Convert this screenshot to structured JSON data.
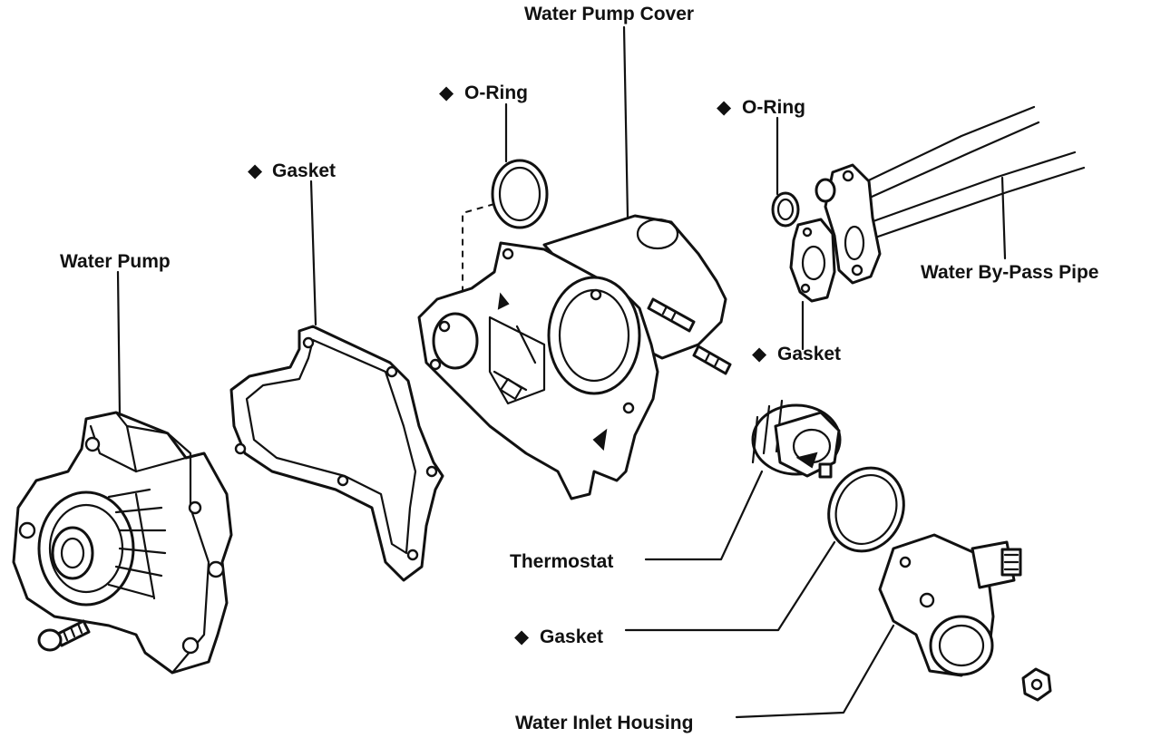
{
  "labels": {
    "water_pump_cover": "Water Pump Cover",
    "o_ring_cover": "O-Ring",
    "o_ring_pipe": "O-Ring",
    "gasket_pump": "Gasket",
    "gasket_pipe": "Gasket",
    "gasket_thermostat": "Gasket",
    "water_pump": "Water Pump",
    "water_bypass_pipe": "Water By-Pass Pipe",
    "thermostat": "Thermostat",
    "water_inlet_housing": "Water Inlet Housing"
  },
  "marker_symbol": "◆",
  "colors": {
    "ink": "#111111",
    "paper": "#ffffff"
  }
}
